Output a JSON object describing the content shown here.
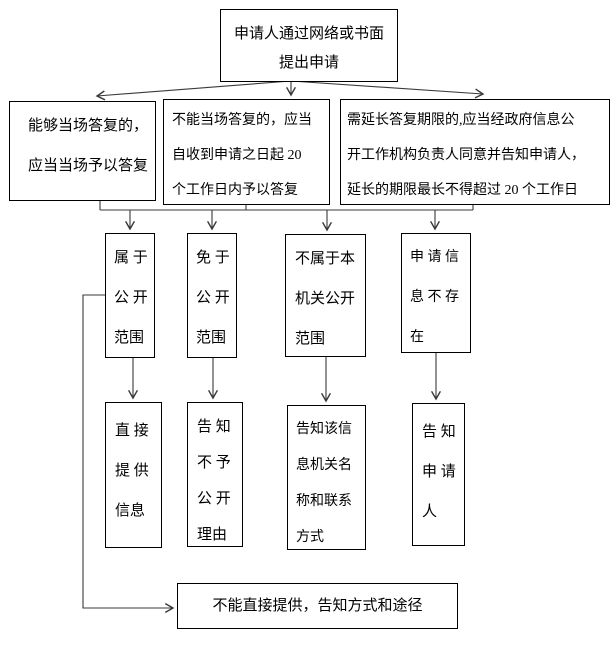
{
  "diagram": {
    "title_box": {
      "lines": [
        "申请人通过网络或书面",
        "提出申请"
      ]
    },
    "reply_row": {
      "onspot": {
        "lines": [
          "能够当场答复的，",
          "应当当场予以答复"
        ]
      },
      "within20": {
        "lines": [
          "不能当场答复的，应当",
          "自收到申请之日起  20",
          "个工作日内予以答复"
        ]
      },
      "extend": {
        "lines": [
          "需延长答复期限的,应当经政府信息公",
          "开工作机构负责人同意并告知申请人，",
          "延长的期限最长不得超过 20 个工作日"
        ]
      }
    },
    "category_row": {
      "in_scope": {
        "lines": [
          "属 于",
          "公 开",
          "范围"
        ]
      },
      "exempt": {
        "lines": [
          "免 于",
          "公 开",
          "范围"
        ]
      },
      "not_this_organ": {
        "lines": [
          "不属于本",
          "机关公开",
          "范围"
        ]
      },
      "not_exist": {
        "lines": [
          "申 请 信",
          "息 不 存",
          "在"
        ]
      }
    },
    "action_row": {
      "provide_direct": {
        "lines": [
          "直 接",
          "提 供",
          "信息"
        ]
      },
      "refuse_reason": {
        "lines": [
          "告 知",
          "不 予",
          "公 开",
          "理由"
        ]
      },
      "refer_organ": {
        "lines": [
          "告知该信",
          "息机关名",
          "称和联系",
          "方式"
        ]
      },
      "notify_applicant": {
        "lines": [
          "告 知",
          "申 请",
          "人"
        ]
      }
    },
    "bottom_box": {
      "text": "不能直接提供，告知方式和途径"
    }
  },
  "colors": {
    "background": "#ffffff",
    "box_border": "#000000",
    "connector": "#3a3a3a",
    "text": "#000000"
  }
}
